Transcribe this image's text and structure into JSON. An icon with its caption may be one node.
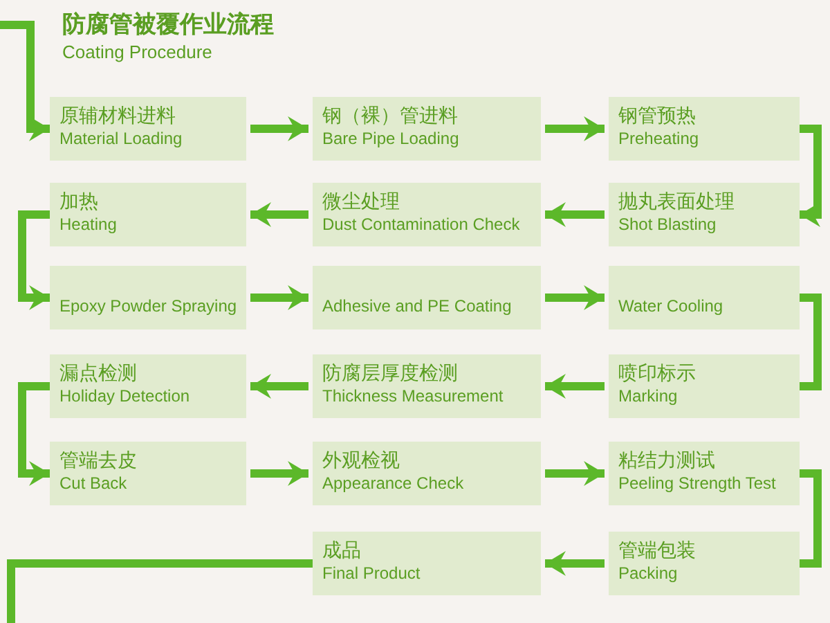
{
  "diagram": {
    "title": "防腐管被覆作业流程",
    "nodes": [
      {
        "text": [
          "原辅材料进料",
          "Material Loading"
        ]
      },
      {
        "text": [
          "钢（裸）管进料",
          "Bare Pipe Loading"
        ]
      },
      {
        "text": [
          "钢管预热",
          "Preheating"
        ]
      },
      {
        "text": [
          "抛丸表面处理",
          "Shot Blasting"
        ]
      },
      {
        "text": [
          "微尘处理",
          "Dust Contamination Check"
        ]
      },
      {
        "text": [
          "加热",
          "Heating"
        ]
      },
      {
        "text": [
          "Epoxy Powder Spraying"
        ]
      },
      {
        "text": [
          "Adhesive and PE Coating"
        ]
      },
      {
        "text": [
          "Water Cooling"
        ]
      },
      {
        "text": [
          "喷印标示",
          "Marking"
        ]
      },
      {
        "text": [
          "防腐层厚度检测",
          "Thickness Measurement"
        ]
      },
      {
        "text": [
          "漏点检测",
          "Holiday Detection"
        ]
      },
      {
        "text": [
          "管端去皮",
          "Cut Back"
        ]
      },
      {
        "text": [
          "外观检视",
          "Appearance Check"
        ]
      },
      {
        "text": [
          "粘结力测试",
          "Peeling Strength Test"
        ]
      },
      {
        "text": [
          "管端包装",
          "Packing"
        ]
      },
      {
        "text": [
          "成品",
          "Final Product"
        ]
      }
    ],
    "edges": [
      {
        "from": null,
        "to": 0,
        "arrow": "to"
      },
      {
        "from": 0,
        "to": 1,
        "arrow": "to"
      },
      {
        "from": 1,
        "to": 2,
        "arrow": "to"
      },
      {
        "from": 2,
        "to": 3,
        "arrow": "to"
      },
      {
        "from": 3,
        "to": 4,
        "arrow": "to"
      },
      {
        "from": 4,
        "to": 5,
        "arrow": "to"
      },
      {
        "from": 5,
        "to": 6,
        "arrow": "to"
      },
      {
        "from": 6,
        "to": 7,
        "arrow": "to"
      },
      {
        "from": 7,
        "to": 8,
        "arrow": "to"
      },
      {
        "from": 8,
        "to": 9,
        "arrow": "none"
      },
      {
        "from": 9,
        "to": 10,
        "arrow": "to"
      },
      {
        "from": 10,
        "to": 11,
        "arrow": "to"
      },
      {
        "from": 11,
        "to": 12,
        "arrow": "to"
      },
      {
        "from": 12,
        "to": 13,
        "arrow": "to"
      },
      {
        "from": 13,
        "to": 14,
        "arrow": "to"
      },
      {
        "from": 14,
        "to": 15,
        "arrow": "none"
      },
      {
        "from": 15,
        "to": 16,
        "arrow": "to"
      },
      {
        "from": 16,
        "to": null,
        "arrow": "none"
      }
    ],
    "labels": [
      "Coating Procedure"
    ]
  }
}
